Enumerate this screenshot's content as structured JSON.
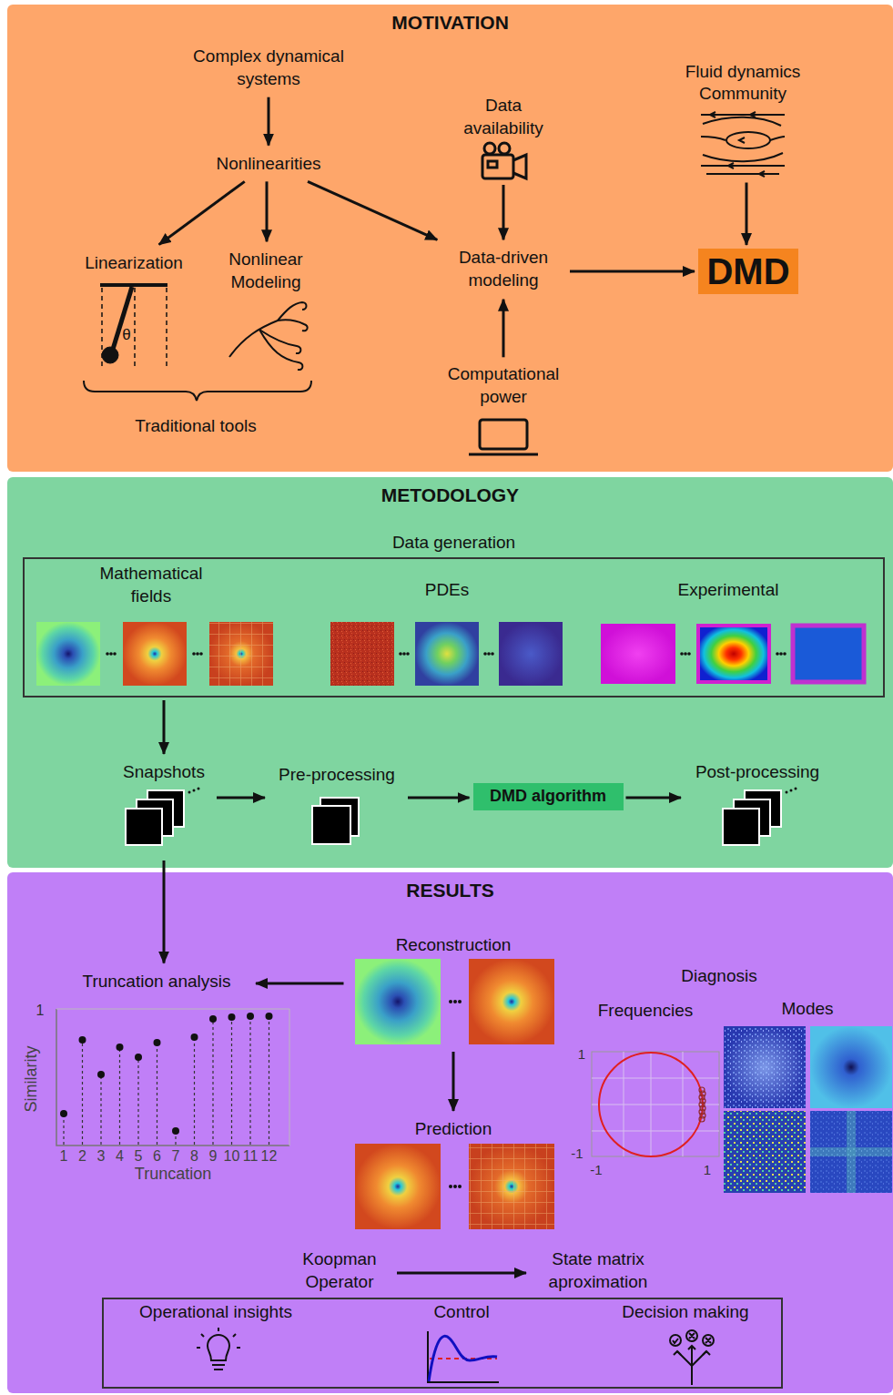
{
  "diagram": {
    "nodes": [
      {
        "text": [
          "MOTIVATION"
        ]
      },
      {
        "text": [
          "Complex dynamical systems"
        ],
        "in": 0
      },
      {
        "text": [
          "Nonlinearities"
        ],
        "in": 0
      },
      {
        "text": [
          "Linearization"
        ],
        "in": 0
      },
      {
        "text": [
          "Nonlinear Modeling"
        ],
        "in": 0
      },
      {
        "text": [
          "Data-driven modeling"
        ],
        "in": 0
      },
      {
        "text": [
          "Data availability"
        ],
        "in": 0
      },
      {
        "text": [
          "Computational power"
        ],
        "in": 0
      },
      {
        "text": [
          "Fluid dynamics Community"
        ],
        "in": 0
      },
      {
        "text": [
          "DMD"
        ],
        "in": 0
      },
      {
        "text": [
          "METODOLOGY"
        ]
      },
      {
        "text": [
          "Data generation"
        ],
        "in": 10
      },
      {
        "text": [
          "Mathematical fields"
        ],
        "in": 11
      },
      {
        "text": [
          "PDEs"
        ],
        "in": 11
      },
      {
        "text": [
          "Experimental"
        ],
        "in": 11
      },
      {
        "text": [
          "Snapshots"
        ],
        "in": 10
      },
      {
        "text": [
          "Pre-processing"
        ],
        "in": 10
      },
      {
        "text": [
          "DMD algorithm"
        ],
        "in": 10
      },
      {
        "text": [
          "Post-processing"
        ],
        "in": 10
      },
      {
        "text": [
          "RESULTS"
        ]
      },
      {
        "text": [
          "Truncation analysis"
        ],
        "in": 19
      },
      {
        "text": [
          "Reconstruction"
        ],
        "in": 19
      },
      {
        "text": [
          "Prediction"
        ],
        "in": 19
      },
      {
        "text": [
          "Koopman Operator"
        ],
        "in": 19
      },
      {
        "text": [
          "State matrix aproximation"
        ],
        "in": 19
      },
      {
        "text": [
          "Operational insights",
          "Control",
          "Decision making"
        ],
        "in": 19
      }
    ],
    "edges": [
      {
        "from": 1,
        "to": 2,
        "arrow": "to"
      },
      {
        "from": 2,
        "to": 3,
        "arrow": "to"
      },
      {
        "from": 2,
        "to": 4,
        "arrow": "to"
      },
      {
        "from": 2,
        "to": 5,
        "arrow": "to"
      },
      {
        "from": 6,
        "to": 5,
        "arrow": "to"
      },
      {
        "from": 7,
        "to": 5,
        "arrow": "to"
      },
      {
        "from": 5,
        "to": 9,
        "arrow": "to"
      },
      {
        "from": 8,
        "to": 9,
        "arrow": "to"
      },
      {
        "from": 11,
        "to": 15,
        "arrow": "to"
      },
      {
        "from": 15,
        "to": 16,
        "arrow": "to"
      },
      {
        "from": 16,
        "to": 17,
        "arrow": "to"
      },
      {
        "from": 17,
        "to": 18,
        "arrow": "to"
      },
      {
        "from": 15,
        "to": 20,
        "arrow": "to"
      },
      {
        "from": 21,
        "to": 20,
        "arrow": "to"
      },
      {
        "from": 21,
        "to": 22,
        "arrow": "to"
      },
      {
        "from": 23,
        "to": 24,
        "arrow": "to"
      }
    ],
    "labels": [
      "Traditional tools",
      "θ",
      "Diagnosis",
      "Frequencies",
      "Modes",
      "1",
      "Similarity",
      "1",
      "2",
      "3",
      "4",
      "5",
      "6",
      "7",
      "8",
      "9",
      "10",
      "11",
      "12",
      "Truncation",
      "1",
      "-1",
      "-1",
      "1"
    ]
  }
}
